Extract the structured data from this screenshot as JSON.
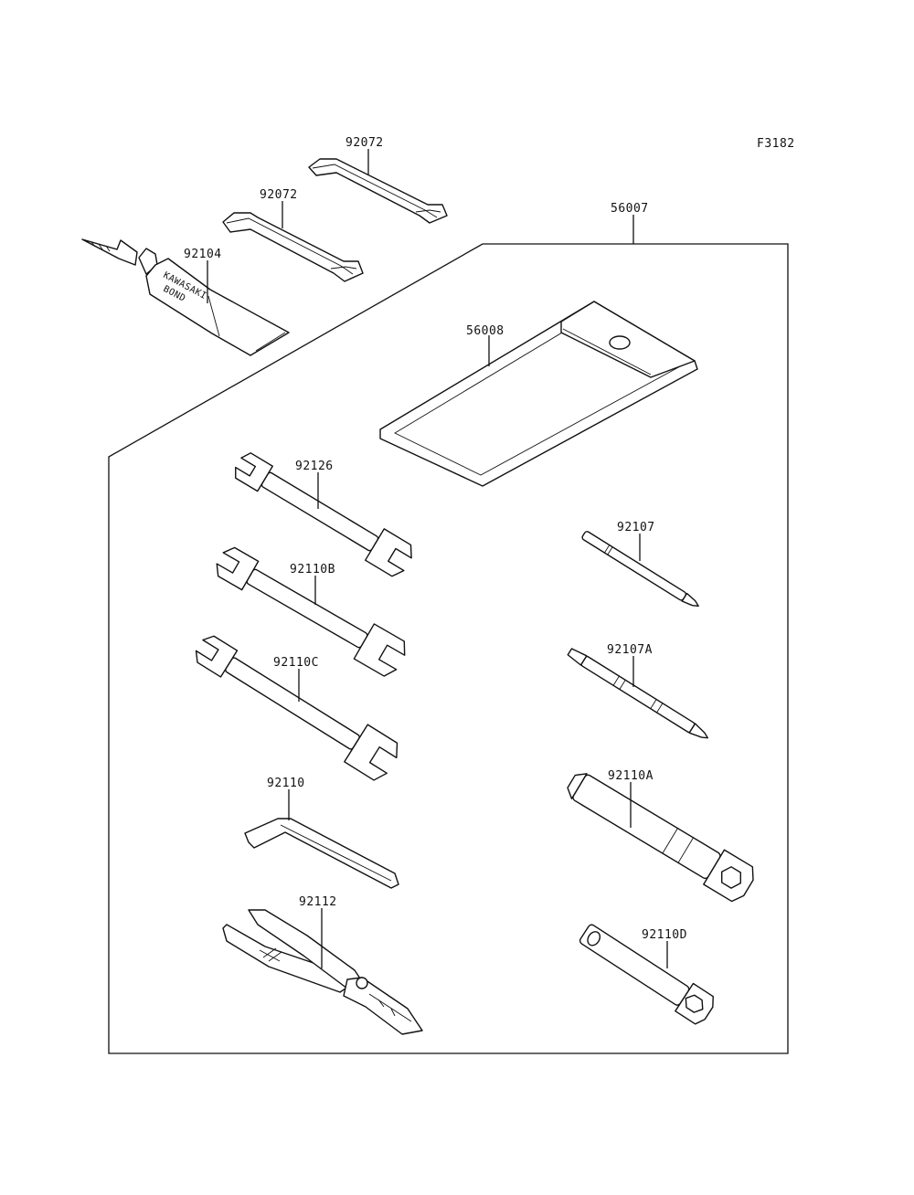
{
  "figure_code": "F3182",
  "parts": {
    "strap_1": "92072",
    "strap_2": "92072",
    "bond": "92104",
    "bond_text_1": "KAWASAKI",
    "bond_text_2": "BOND",
    "tool_kit": "56007",
    "tool_case": "56008",
    "wrench_92126": "92126",
    "wrench_92110b": "92110B",
    "wrench_92110c": "92110C",
    "hex_key": "92110",
    "pliers": "92112",
    "screwdriver_92107": "92107",
    "screwdriver_92107a": "92107A",
    "box_wrench_92110a": "92110A",
    "box_wrench_92110d": "92110D"
  }
}
